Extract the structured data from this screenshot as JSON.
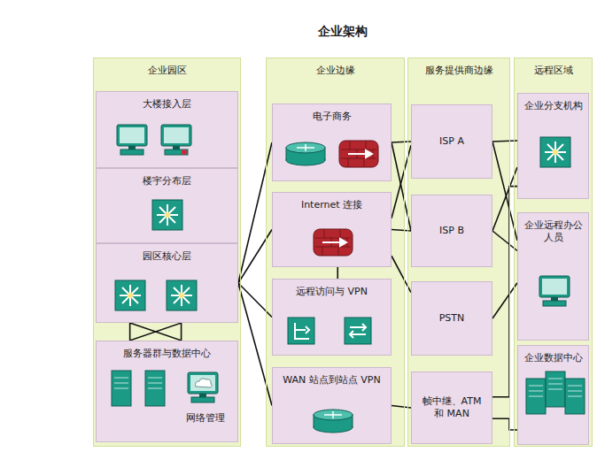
{
  "diagram": {
    "title": "企业架构",
    "nodes": [
      {
        "text": [
          "企业园区"
        ]
      },
      {
        "text": [
          "大楼接入层"
        ],
        "in": 0
      },
      {
        "text": [
          "楼宇分布层"
        ],
        "in": 0
      },
      {
        "text": [
          "园区核心层"
        ],
        "in": 0
      },
      {
        "text": [
          "服务器群与数据中心",
          "网络管理"
        ],
        "in": 0
      },
      {
        "text": [
          "企业边缘"
        ]
      },
      {
        "text": [
          "电子商务"
        ],
        "in": 5
      },
      {
        "text": [
          "Internet 连接"
        ],
        "in": 5
      },
      {
        "text": [
          "远程访问与 VPN"
        ],
        "in": 5
      },
      {
        "text": [
          "WAN 站点到站点 VPN"
        ],
        "in": 5
      },
      {
        "text": [
          "服务提供商边缘"
        ]
      },
      {
        "text": [
          "ISP A"
        ],
        "in": 10
      },
      {
        "text": [
          "ISP B"
        ],
        "in": 10
      },
      {
        "text": [
          "PSTN"
        ],
        "in": 10
      },
      {
        "text": [
          "帧中继、ATM 和 MAN"
        ],
        "in": 10
      },
      {
        "text": [
          "远程区域"
        ]
      },
      {
        "text": [
          "企业分支机构"
        ],
        "in": 15
      },
      {
        "text": [
          "企业远程办公人员"
        ],
        "in": 15
      },
      {
        "text": [
          "企业数据中心"
        ],
        "in": 15
      }
    ],
    "edges": [
      {
        "from": 3,
        "to": 6,
        "arrow": "none"
      },
      {
        "from": 3,
        "to": 7,
        "arrow": "none"
      },
      {
        "from": 3,
        "to": 8,
        "arrow": "none"
      },
      {
        "from": 3,
        "to": 9,
        "arrow": "none"
      },
      {
        "from": 3,
        "to": 4,
        "arrow": "none"
      },
      {
        "from": 7,
        "to": 8,
        "arrow": "none"
      },
      {
        "from": 6,
        "to": 11,
        "arrow": "none"
      },
      {
        "from": 6,
        "to": 12,
        "arrow": "none"
      },
      {
        "from": 7,
        "to": 11,
        "arrow": "none"
      },
      {
        "from": 7,
        "to": 12,
        "arrow": "none"
      },
      {
        "from": 7,
        "to": 13,
        "arrow": "none"
      },
      {
        "from": 9,
        "to": 14,
        "arrow": "none"
      },
      {
        "from": 11,
        "to": 16,
        "arrow": "none"
      },
      {
        "from": 11,
        "to": 17,
        "arrow": "none"
      },
      {
        "from": 12,
        "to": 16,
        "arrow": "none"
      },
      {
        "from": 12,
        "to": 17,
        "arrow": "none"
      },
      {
        "from": 13,
        "to": 17,
        "arrow": "none"
      },
      {
        "from": 14,
        "to": 16,
        "arrow": "none"
      },
      {
        "from": 14,
        "to": 18,
        "arrow": "none"
      }
    ]
  }
}
